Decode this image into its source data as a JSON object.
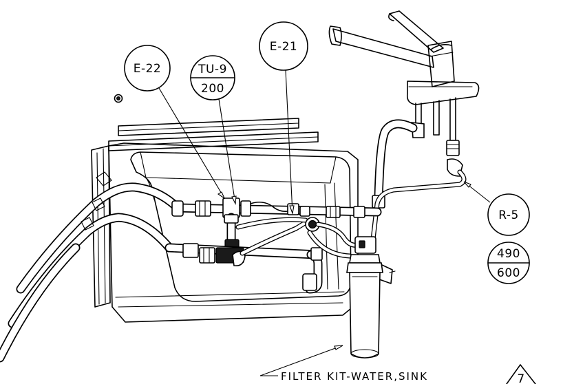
{
  "callouts": {
    "e22": {
      "label": "E-22"
    },
    "tu9": {
      "top": "TU-9",
      "bottom": "200"
    },
    "e21": {
      "label": "E-21"
    },
    "r5": {
      "label": "R-5"
    },
    "r5_qty": {
      "top": "490",
      "bottom": "600"
    }
  },
  "caption": {
    "text": "FILTER KIT-WATER,SINK",
    "sheet_marker": "7"
  },
  "style": {
    "line_color": "#000000",
    "background": "#ffffff"
  }
}
